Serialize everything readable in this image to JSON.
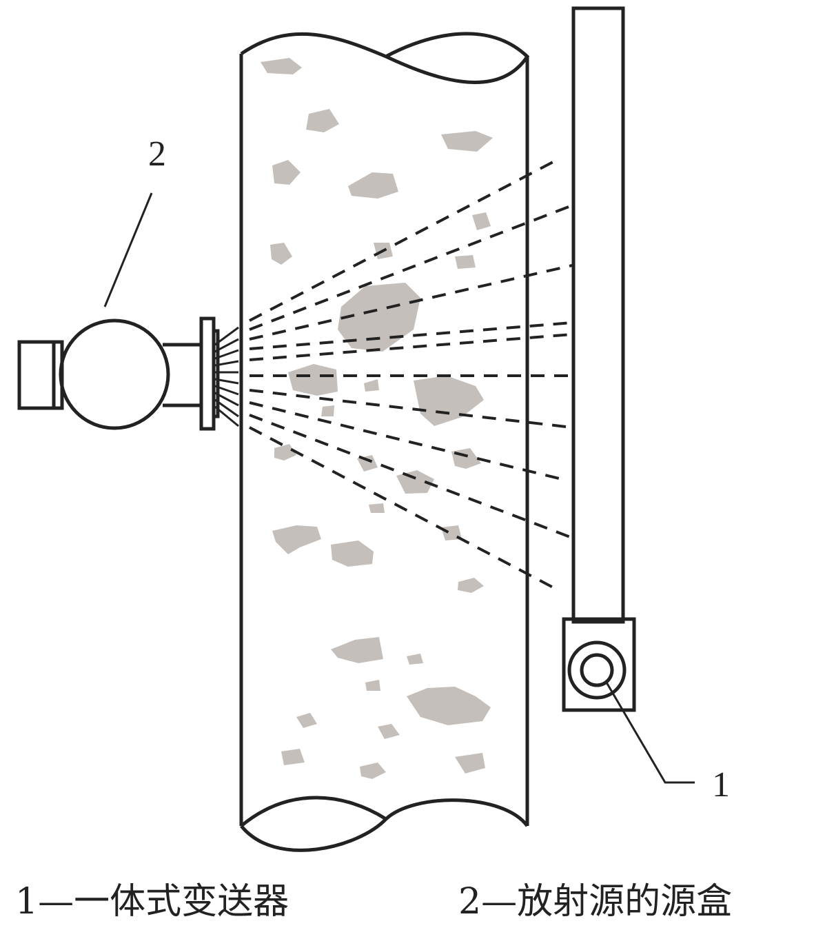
{
  "callouts": {
    "source_number": "2",
    "transmitter_number": "1"
  },
  "legend": [
    {
      "text": "1—一体式变送器"
    },
    {
      "text": "2—放射源的源盒"
    }
  ],
  "colors": {
    "line": "#222222",
    "particles": "#c4bfbb",
    "background": "#ffffff"
  }
}
